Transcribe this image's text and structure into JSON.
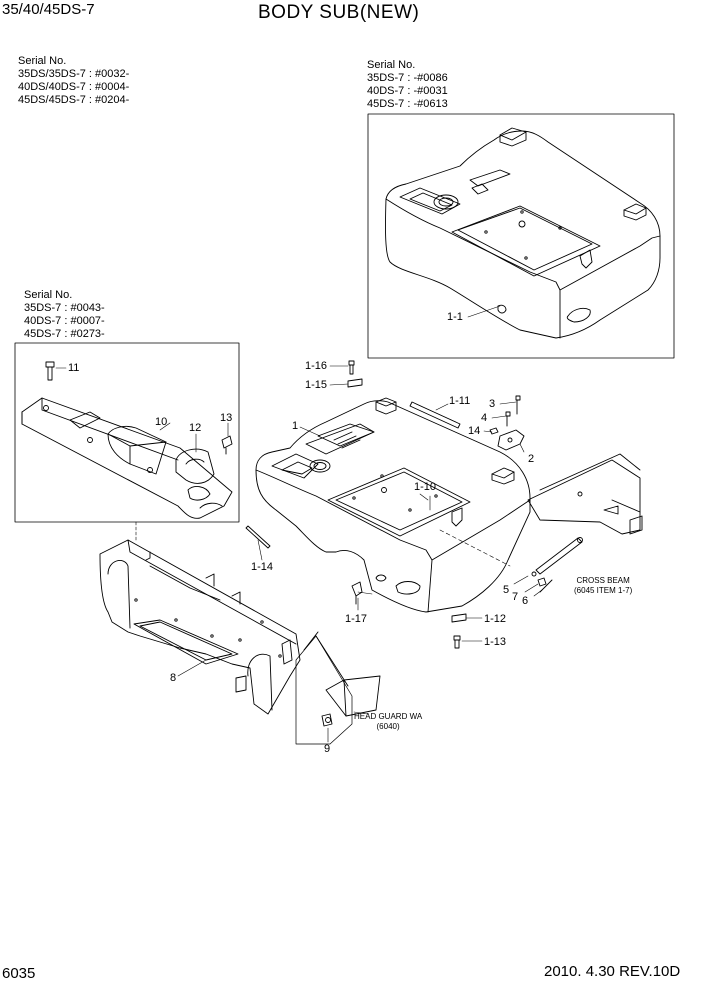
{
  "header": {
    "model": "35/40/45DS-7",
    "title": "BODY SUB(NEW)"
  },
  "serials": {
    "main": {
      "heading": "Serial No.",
      "lines": [
        "35DS/35DS-7 : #0032-",
        "40DS/40DS-7 : #0004-",
        "45DS/45DS-7 : #0204-"
      ]
    },
    "old_body": {
      "heading": "Serial No.",
      "lines": [
        "35DS-7 : -#0086",
        "40DS-7 : -#0031",
        "45DS-7 : -#0613"
      ]
    },
    "cover": {
      "heading": "Serial No.",
      "lines": [
        "35DS-7 : #0043-",
        "40DS-7 : #0007-",
        "45DS-7 : #0273-"
      ]
    }
  },
  "callouts": {
    "c1_1": "1-1",
    "c1_16": "1-16",
    "c1_15": "1-15",
    "c1_11": "1-11",
    "c1": "1",
    "c3": "3",
    "c4": "4",
    "c14": "14",
    "c2": "2",
    "c1_10": "1-10",
    "c11": "11",
    "c10": "10",
    "c12": "12",
    "c13": "13",
    "c1_14": "1-14",
    "c5": "5",
    "c7": "7",
    "c6": "6",
    "c1_17": "1-17",
    "c1_12": "1-12",
    "c1_13": "1-13",
    "c8": "8",
    "c9": "9"
  },
  "notes": {
    "cross_beam": [
      "CROSS BEAM",
      "(6045 ITEM 1-7)"
    ],
    "head_guard": [
      "HEAD GUARD WA",
      "(6040)"
    ]
  },
  "footer": {
    "page_number": "6035",
    "revision": "2010. 4.30  REV.10D"
  }
}
